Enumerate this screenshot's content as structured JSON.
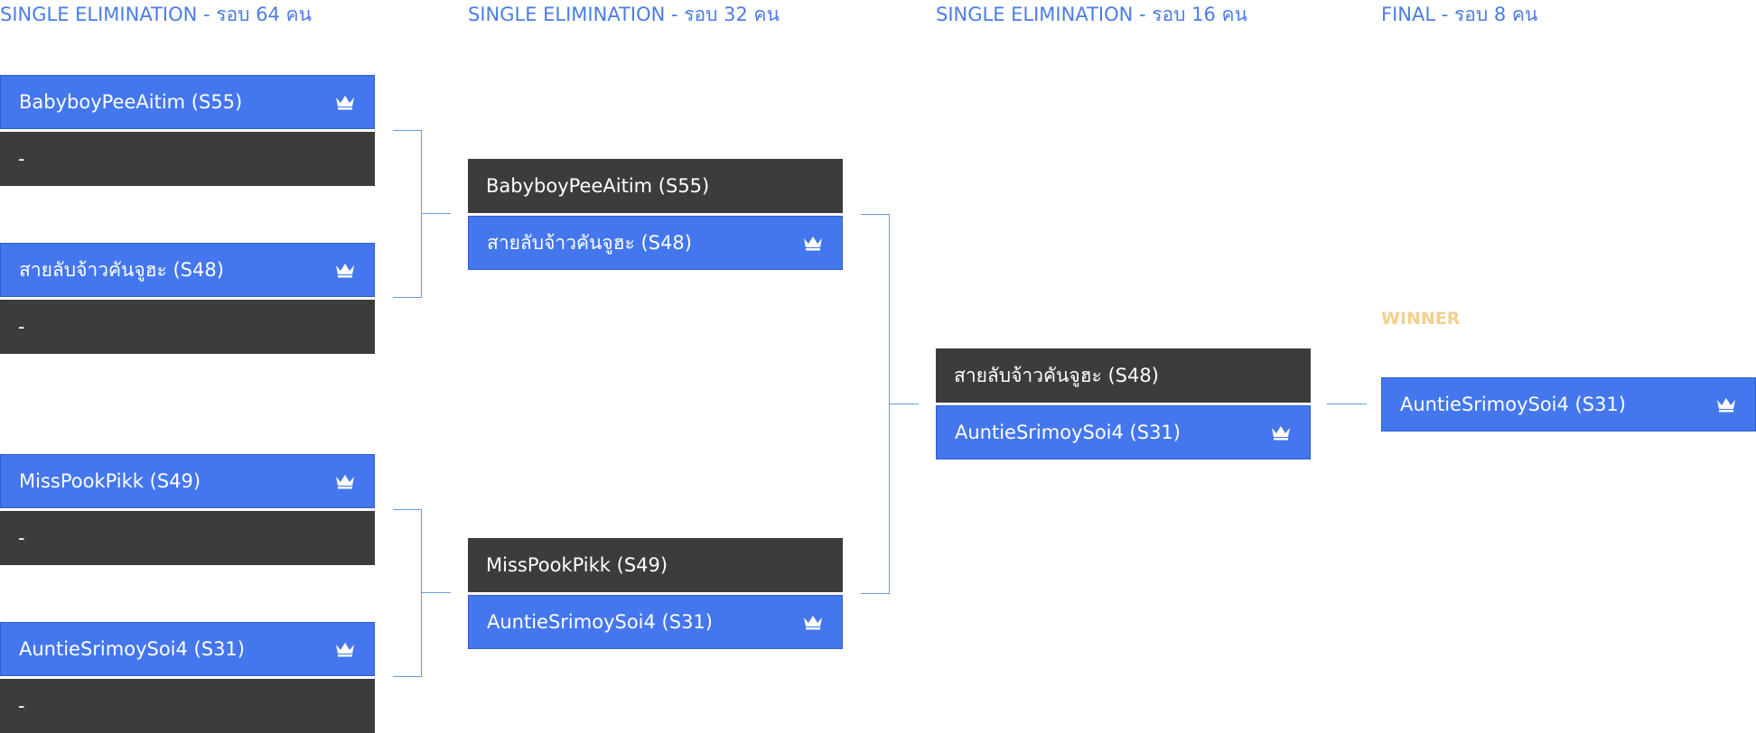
{
  "rounds": [
    {
      "title": "SINGLE ELIMINATION - รอบ 64 คน"
    },
    {
      "title": "SINGLE ELIMINATION - รอบ 32 คน"
    },
    {
      "title": "SINGLE ELIMINATION - รอบ 16 คน"
    },
    {
      "title": "FINAL - รอบ 8 คน"
    }
  ],
  "round64": [
    {
      "p1": "BabyboyPeeAitim (S55)",
      "p2": "-",
      "winner": "p1"
    },
    {
      "p1": "สายลับจ้าวคันจูฮะ (S48)",
      "p2": "-",
      "winner": "p1"
    },
    {
      "p1": "MissPookPikk (S49)",
      "p2": "-",
      "winner": "p1"
    },
    {
      "p1": "AuntieSrimoySoi4 (S31)",
      "p2": "-",
      "winner": "p1"
    }
  ],
  "round32": [
    {
      "p1": "BabyboyPeeAitim (S55)",
      "p2": "สายลับจ้าวคันจูฮะ (S48)",
      "winner": "p2"
    },
    {
      "p1": "MissPookPikk (S49)",
      "p2": "AuntieSrimoySoi4 (S31)",
      "winner": "p2"
    }
  ],
  "round16": [
    {
      "p1": "สายลับจ้าวคันจูฮะ (S48)",
      "p2": "AuntieSrimoySoi4 (S31)",
      "winner": "p2"
    }
  ],
  "final": {
    "winner_label": "WINNER",
    "champion": "AuntieSrimoySoi4 (S31)"
  },
  "icons": {
    "winner_marker": "crown-icon"
  },
  "colors": {
    "accent": "#4477ee",
    "loser_slot": "#3c3c3c",
    "title_text": "#4a7ce6",
    "winner_label": "#f4cf8e",
    "connector": "#6b96e8"
  }
}
